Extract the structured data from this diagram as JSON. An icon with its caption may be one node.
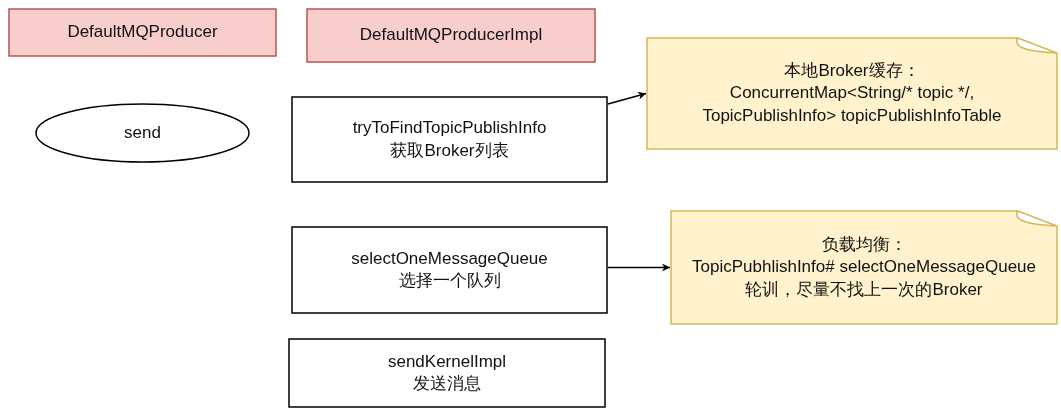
{
  "diagram": {
    "nodes": [
      {
        "text": [
          "DefaultMQProducer"
        ]
      },
      {
        "text": [
          "DefaultMQProducerImpl"
        ]
      },
      {
        "text": [
          "send"
        ]
      },
      {
        "text": [
          "tryToFindTopicPublishInfo",
          "获取Broker列表"
        ]
      },
      {
        "text": [
          "本地Broker缓存：",
          "ConcurrentMap<String/* topic */, TopicPublishInfo> topicPublishInfoTable"
        ]
      },
      {
        "text": [
          "selectOneMessageQueue",
          "选择一个队列"
        ]
      },
      {
        "text": [
          "负载均衡：",
          "TopicPubhlishInfo# selectOneMessageQueue",
          "轮训，尽量不找上一次的Broker"
        ]
      },
      {
        "text": [
          "sendKernelImpl",
          "发送消息"
        ]
      }
    ],
    "edges": [
      {
        "from": 3,
        "to": 4,
        "arrow": "to"
      },
      {
        "from": 5,
        "to": 6,
        "arrow": "to"
      }
    ]
  }
}
